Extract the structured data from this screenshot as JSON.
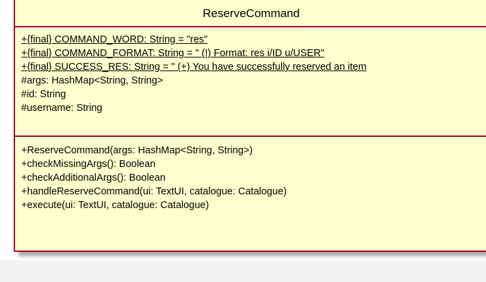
{
  "class": {
    "name": "ReserveCommand",
    "attributes": [
      {
        "text": "+{final} COMMAND_WORD: String = \"res\"",
        "static": true
      },
      {
        "text": "+{final} COMMAND_FORMAT: String = \"  (!) Format: res i/ID u/USER\"",
        "static": true
      },
      {
        "text": "+{final} SUCCESS_RES: String = \"  (+) You have successfully reserved an item",
        "static": true
      },
      {
        "text": "#args: HashMap<String, String>",
        "static": false
      },
      {
        "text": "#id: String",
        "static": false
      },
      {
        "text": "#username: String",
        "static": false
      }
    ],
    "operations": [
      {
        "text": "+ReserveCommand(args: HashMap<String, String>)"
      },
      {
        "text": "+checkMissingArgs(): Boolean"
      },
      {
        "text": "+checkAdditionalArgs(): Boolean"
      },
      {
        "text": "+handleReserveCommand(ui: TextUI, catalogue: Catalogue)"
      },
      {
        "text": "+execute(ui: TextUI, catalogue: Catalogue)"
      }
    ]
  },
  "colors": {
    "fill": "#fefece",
    "border": "#a80036"
  }
}
